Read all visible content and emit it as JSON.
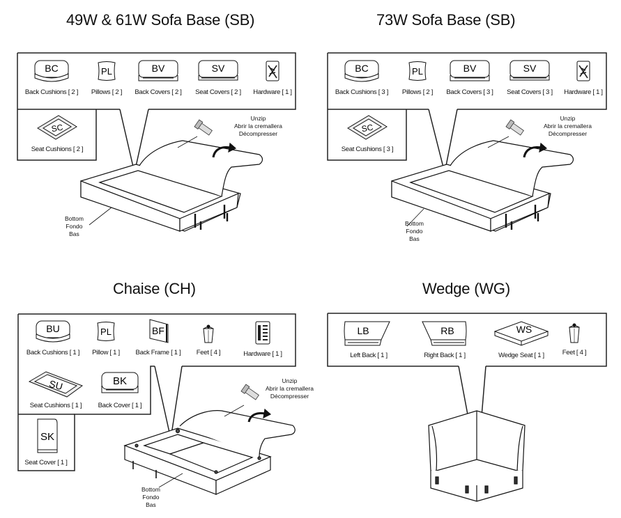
{
  "diagrams": [
    {
      "title": "49W & 61W Sofa Base (SB)",
      "parts": [
        {
          "code": "BC",
          "label": "Back Cushions [ 2 ]",
          "icon": "back-cushion-icon"
        },
        {
          "code": "PL",
          "label": "Pillows [ 2 ]",
          "icon": "pillow-icon"
        },
        {
          "code": "BV",
          "label": "Back Covers [ 2 ]",
          "icon": "back-cover-icon"
        },
        {
          "code": "SV",
          "label": "Seat Covers [ 2 ]",
          "icon": "seat-cover-icon"
        },
        {
          "code": "",
          "label": "Hardware [ 1 ]",
          "icon": "hardware-bag-icon"
        }
      ],
      "sub_parts": [
        {
          "code": "SC",
          "label": "Seat Cushions [ 2 ]",
          "icon": "seat-cushion-icon"
        }
      ],
      "unzip": [
        "Unzip",
        "Abrir la cremallera",
        "Décompresser"
      ],
      "bottom": [
        "Bottom",
        "Fondo",
        "Bas"
      ]
    },
    {
      "title": "73W Sofa Base (SB)",
      "parts": [
        {
          "code": "BC",
          "label": "Back Cushions [ 3 ]",
          "icon": "back-cushion-icon"
        },
        {
          "code": "PL",
          "label": "Pillows [ 2 ]",
          "icon": "pillow-icon"
        },
        {
          "code": "BV",
          "label": "Back Covers [ 3 ]",
          "icon": "back-cover-icon"
        },
        {
          "code": "SV",
          "label": "Seat Covers [ 3 ]",
          "icon": "seat-cover-icon"
        },
        {
          "code": "",
          "label": "Hardware [ 1 ]",
          "icon": "hardware-bag-icon"
        }
      ],
      "sub_parts": [
        {
          "code": "SC",
          "label": "Seat Cushions [ 3 ]",
          "icon": "seat-cushion-icon"
        }
      ],
      "unzip": [
        "Unzip",
        "Abrir la cremallera",
        "Décompresser"
      ],
      "bottom": [
        "Bottom",
        "Fondo",
        "Bas"
      ]
    },
    {
      "title": "Chaise (CH)",
      "parts": [
        {
          "code": "BU",
          "label": "Back Cushions [ 1 ]",
          "icon": "back-cushion-icon"
        },
        {
          "code": "PL",
          "label": "Pillow [ 1 ]",
          "icon": "pillow-icon"
        },
        {
          "code": "BF",
          "label": "Back Frame [ 1 ]",
          "icon": "back-frame-icon"
        },
        {
          "code": "",
          "label": "Feet [ 4 ]",
          "icon": "foot-icon"
        },
        {
          "code": "",
          "label": "Hardware [ 1 ]",
          "icon": "hardware-bag-icon"
        }
      ],
      "sub_parts": [
        {
          "code": "SU",
          "label": "Seat Cushions [ 1 ]",
          "icon": "seat-cushion-icon"
        },
        {
          "code": "BK",
          "label": "Back Cover [ 1 ]",
          "icon": "back-cover-icon"
        },
        {
          "code": "SK",
          "label": "Seat Cover [ 1 ]",
          "icon": "seat-cover-icon"
        }
      ],
      "unzip": [
        "Unzip",
        "Abrir la cremallera",
        "Décompresser"
      ],
      "bottom": [
        "Bottom",
        "Fondo",
        "Bas"
      ]
    },
    {
      "title": "Wedge (WG)",
      "parts": [
        {
          "code": "LB",
          "label": "Left Back [ 1 ]",
          "icon": "left-back-icon"
        },
        {
          "code": "RB",
          "label": "Right Back [ 1 ]",
          "icon": "right-back-icon"
        },
        {
          "code": "WS",
          "label": "Wedge Seat [ 1 ]",
          "icon": "wedge-seat-icon"
        },
        {
          "code": "",
          "label": "Feet [ 4 ]",
          "icon": "foot-icon"
        }
      ]
    }
  ]
}
